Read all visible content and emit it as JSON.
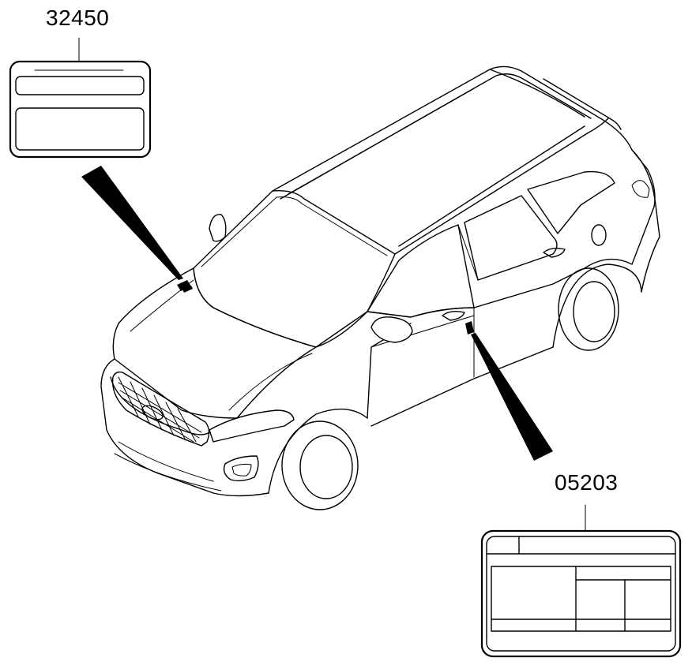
{
  "callouts": [
    {
      "part_number": "32450",
      "location": "hood-front"
    },
    {
      "part_number": "05203",
      "location": "driver-door-pillar"
    }
  ],
  "colors": {
    "line": "#000000",
    "background": "#ffffff"
  }
}
